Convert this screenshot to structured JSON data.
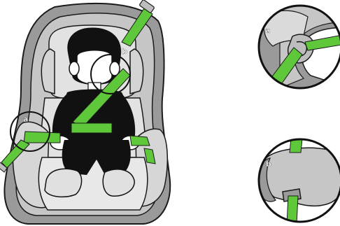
{
  "colors": {
    "belt": "#5ec83a",
    "seat_outer": "#9a9a9a",
    "seat_shell": "#c6c6c6",
    "seat_inner": "#e2e2e2",
    "outline": "#1a1a1a",
    "child": "#111111",
    "skin": "#ffffff"
  },
  "callouts": {
    "a_label": "a",
    "b_label": "b"
  },
  "details": {
    "a_label": "a",
    "b_label": "b"
  }
}
